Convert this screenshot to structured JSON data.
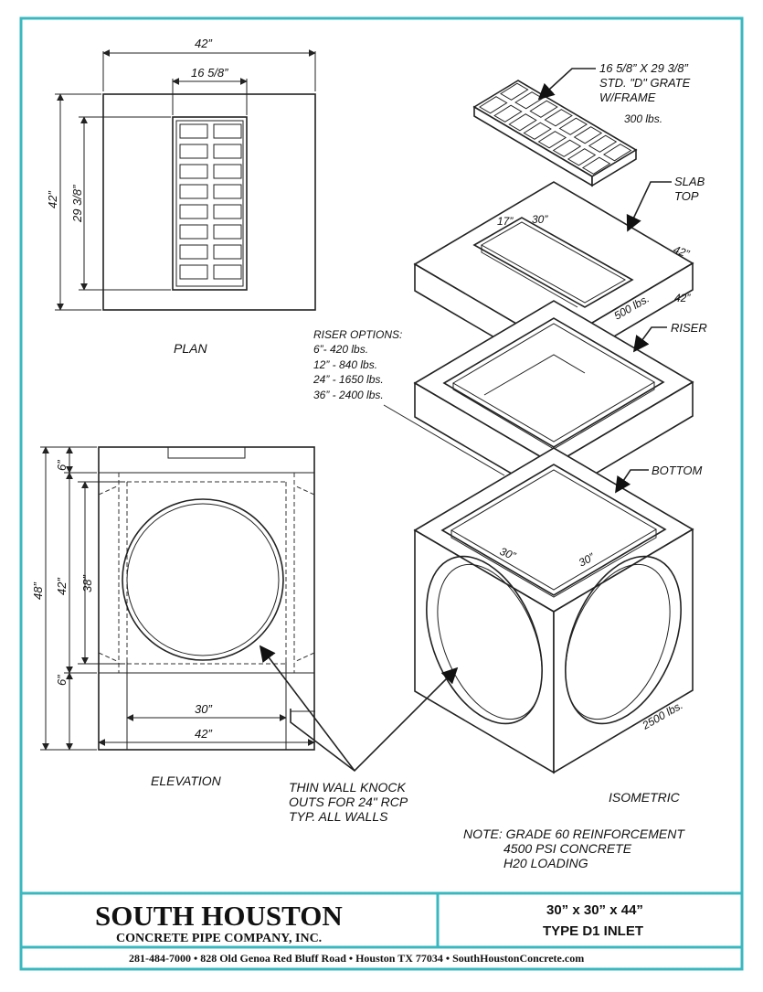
{
  "plan": {
    "title": "PLAN",
    "dim_width": "42”",
    "dim_grate_width": "16 5/8”",
    "dim_height": "42”",
    "dim_grate_length": "29 3/8”"
  },
  "elevation": {
    "title": "ELEVATION",
    "dim_top": "6”",
    "dim_total": "48”",
    "dim_mid": "42”",
    "dim_inner": "38”",
    "dim_bottom": "6”",
    "dim_opening": "30”",
    "dim_width": "42”"
  },
  "isometric": {
    "title": "ISOMETRIC",
    "grate_label": [
      "16 5/8” X 29 3/8”",
      "STD. \"D\" GRATE",
      "W/FRAME"
    ],
    "grate_weight": "300 lbs.",
    "slab_label": [
      "SLAB",
      "TOP"
    ],
    "slab_dim_a": "17”",
    "slab_dim_b": "30”",
    "slab_dim_c": "42”",
    "slab_dim_d": "42”",
    "slab_weight": "500 lbs.",
    "riser_label": "RISER",
    "riser_options": [
      "RISER OPTIONS:",
      "6”- 420 lbs.",
      "12” - 840 lbs.",
      "24” - 1650 lbs.",
      "36” - 2400 lbs."
    ],
    "bottom_label": "BOTTOM",
    "bottom_dim_a": "30”",
    "bottom_dim_b": "30”",
    "bottom_weight": "2500 lbs."
  },
  "knockout_note": [
    "THIN WALL KNOCK",
    "OUTS FOR 24\" RCP",
    "TYP. ALL WALLS"
  ],
  "general_note": [
    "NOTE: GRADE 60 REINFORCEMENT",
    "4500 PSI CONCRETE",
    "H20 LOADING"
  ],
  "title_block": {
    "company_name": "SOUTH HOUSTON",
    "company_sub": "CONCRETE PIPE COMPANY, INC.",
    "product_size": "30” x 30” x 44”",
    "product_type": "TYPE D1 INLET",
    "contact": "281-484-7000  •  828 Old Genoa Red Bluff Road  •  Houston TX 77034  •  SouthHoustonConcrete.com"
  },
  "colors": {
    "border": "#3ab8c0",
    "line": "#222222"
  }
}
